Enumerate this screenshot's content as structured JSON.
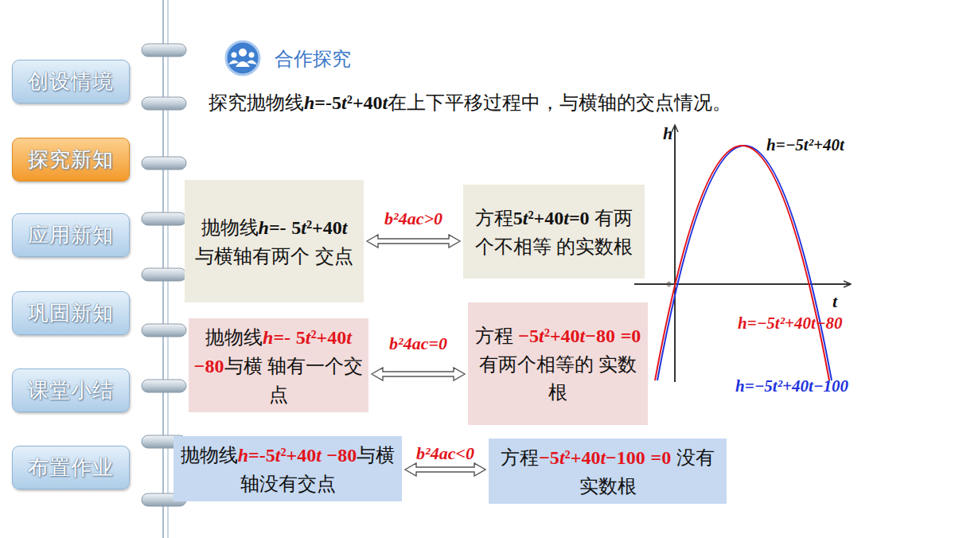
{
  "diagram": {
    "title": "合作探究",
    "nodes": [
      {
        "text": [
          "创设情境"
        ]
      },
      {
        "text": [
          "探究新知"
        ]
      },
      {
        "text": [
          "应用新知"
        ]
      },
      {
        "text": [
          "巩固新知"
        ]
      },
      {
        "text": [
          "课堂小结"
        ]
      },
      {
        "text": [
          "布置作业"
        ]
      },
      {
        "text": [
          "抛物线h=- 5t²+40t 与横轴有两个 交点"
        ]
      },
      {
        "text": [
          "方程5t²+40t=0 有两个不相等 的实数根"
        ]
      },
      {
        "text": [
          "抛物线h=- 5t²+40t −80与横 轴有一个交点"
        ]
      },
      {
        "text": [
          "方程 −5t²+40t−80 =0 有两个相等的 实数根"
        ]
      },
      {
        "text": [
          "抛物线h=-5t²+40t −80与横轴没有交点"
        ]
      },
      {
        "text": [
          "方程−5t²+40t−100 =0 没有实数根"
        ]
      }
    ],
    "edges": [
      {
        "from": 6,
        "to": 7,
        "arrow": "both",
        "label": "b²4ac>0"
      },
      {
        "from": 8,
        "to": 9,
        "arrow": "both",
        "label": "b²4ac=0"
      },
      {
        "from": 10,
        "to": 11,
        "arrow": "both",
        "label": "b²4ac<0"
      }
    ],
    "labels": [
      "探究抛物线h=-5t²+40t在上下平移过程中，与横轴的交点情况。",
      "h",
      "t",
      "0",
      "h=−5t²+40t",
      "h=−5t²+40t−80",
      "h=−5t²+40t−100"
    ]
  }
}
